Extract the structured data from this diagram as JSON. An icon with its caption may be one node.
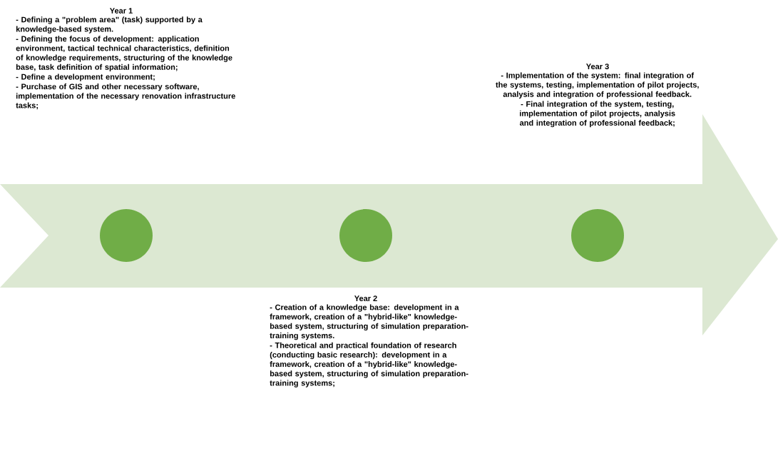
{
  "diagram": {
    "nodes": [
      {
        "text": [],
        "shape": "circle"
      },
      {
        "text": [],
        "shape": "circle"
      },
      {
        "text": [],
        "shape": "circle"
      }
    ],
    "edges": [],
    "labels": [
      "Year 1",
      "- Defining a \"problem area\" (task) supported by a knowledge-based system.",
      "- Defining the focus of development: application environment, tactical technical characteristics, definition of knowledge requirements, structuring of the knowledge base, task definition of spatial information;",
      "- Define a development environment;",
      "- Purchase of GIS and other necessary software, implementation of the necessary renovation infrastructure tasks;",
      "Year 3",
      "- Implementation of the system: final integration of the systems, testing, implementation of pilot projects, analysis and integration of professional feedback.",
      "- Final integration of the system, testing, implementation of pilot projects, analysis and integration of professional feedback;",
      "Year 2",
      "- Creation of a knowledge base: development in a framework, creation of a \"hybrid-like\" knowledge-based system, structuring of simulation preparation-training systems.",
      "- Theoretical and practical foundation of research (conducting basic research): development in a framework, creation of a \"hybrid-like\" knowledge-based system, structuring of simulation preparation-training systems;"
    ]
  }
}
